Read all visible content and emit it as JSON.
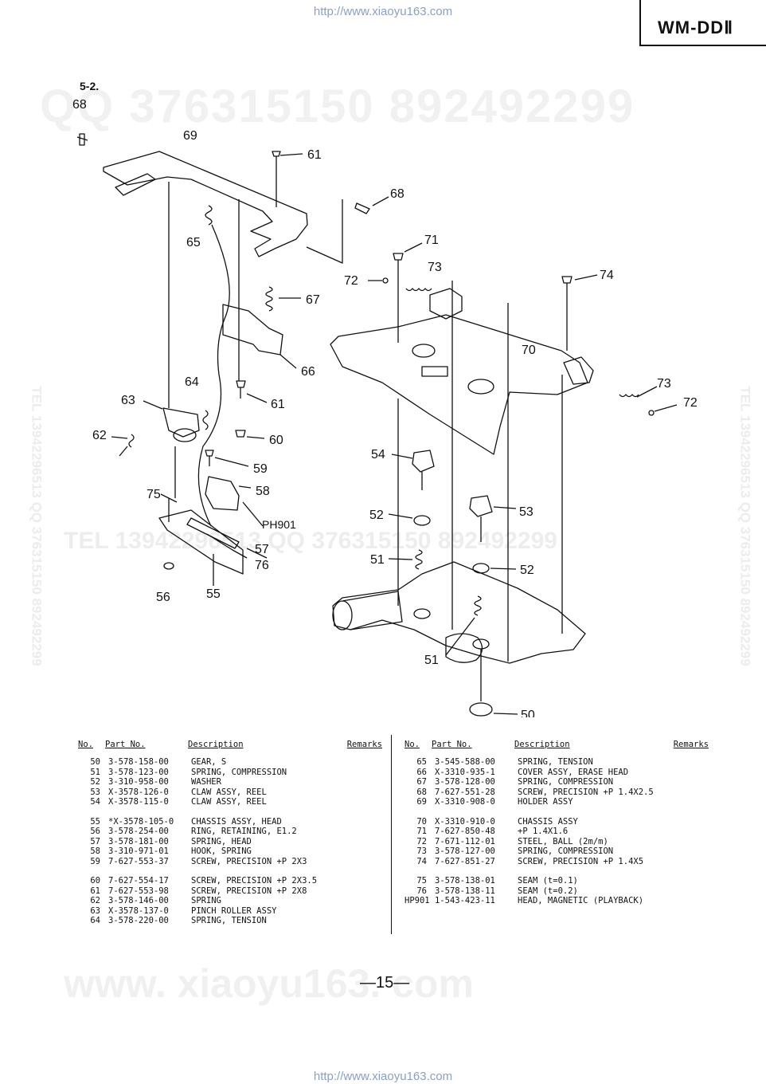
{
  "header": {
    "url_top": "http://www.xiaoyu163.com",
    "model": "WM-DDⅡ"
  },
  "section": "5-2.",
  "watermarks": {
    "qq": "QQ 376315150   892492299",
    "mid": "TEL 13942296513        QQ 376315150   892492299",
    "big": "www. xiaoyu163. com",
    "side_left": "TEL 13942296513   QQ 376315150   892492299",
    "side_right": "TEL 13942296513   QQ 376315150   892492299"
  },
  "callouts": [
    "68",
    "69",
    "61",
    "68",
    "65",
    "71",
    "73",
    "72",
    "74",
    "67",
    "70",
    "66",
    "73",
    "72",
    "64",
    "63",
    "61",
    "62",
    "60",
    "59",
    "54",
    "58",
    "75",
    "53",
    "PH901",
    "52",
    "57",
    "51",
    "76",
    "52",
    "56",
    "55",
    "51",
    "50"
  ],
  "table": {
    "headers": {
      "no": "No.",
      "part_no": "Part No.",
      "description": "Description",
      "remarks": "Remarks"
    },
    "left": [
      [
        {
          "no": "50",
          "part": "3-578-158-00",
          "desc": "GEAR, S"
        },
        {
          "no": "51",
          "part": "3-578-123-00",
          "desc": "SPRING, COMPRESSION"
        },
        {
          "no": "52",
          "part": "3-310-958-00",
          "desc": "WASHER"
        },
        {
          "no": "53",
          "part": "X-3578-126-0",
          "desc": "CLAW ASSY, REEL"
        },
        {
          "no": "54",
          "part": "X-3578-115-0",
          "desc": "CLAW ASSY, REEL"
        }
      ],
      [
        {
          "no": "55",
          "part": "*X-3578-105-0",
          "desc": "CHASSIS ASSY, HEAD"
        },
        {
          "no": "56",
          "part": "3-578-254-00",
          "desc": "RING, RETAINING, E1.2"
        },
        {
          "no": "57",
          "part": "3-578-181-00",
          "desc": "SPRING, HEAD"
        },
        {
          "no": "58",
          "part": "3-310-971-01",
          "desc": "HOOK, SPRING"
        },
        {
          "no": "59",
          "part": "7-627-553-37",
          "desc": "SCREW, PRECISION +P 2X3"
        }
      ],
      [
        {
          "no": "60",
          "part": "7-627-554-17",
          "desc": "SCREW, PRECISION +P 2X3.5"
        },
        {
          "no": "61",
          "part": "7-627-553-98",
          "desc": "SCREW, PRECISION +P 2X8"
        },
        {
          "no": "62",
          "part": "3-578-146-00",
          "desc": "SPRING"
        },
        {
          "no": "63",
          "part": "X-3578-137-0",
          "desc": "PINCH ROLLER ASSY"
        },
        {
          "no": "64",
          "part": "3-578-220-00",
          "desc": "SPRING, TENSION"
        }
      ]
    ],
    "right": [
      [
        {
          "no": "65",
          "part": "3-545-588-00",
          "desc": "SPRING, TENSION"
        },
        {
          "no": "66",
          "part": "X-3310-935-1",
          "desc": "COVER ASSY, ERASE HEAD"
        },
        {
          "no": "67",
          "part": "3-578-128-00",
          "desc": "SPRING, COMPRESSION"
        },
        {
          "no": "68",
          "part": "7-627-551-28",
          "desc": "SCREW, PRECISION +P 1.4X2.5"
        },
        {
          "no": "69",
          "part": "X-3310-908-0",
          "desc": "HOLDER ASSY"
        }
      ],
      [
        {
          "no": "70",
          "part": "X-3310-910-0",
          "desc": "CHASSIS ASSY"
        },
        {
          "no": "71",
          "part": "7-627-850-48",
          "desc": "+P 1.4X1.6"
        },
        {
          "no": "72",
          "part": "7-671-112-01",
          "desc": "STEEL, BALL (2m/m)"
        },
        {
          "no": "73",
          "part": "3-578-127-00",
          "desc": "SPRING, COMPRESSION"
        },
        {
          "no": "74",
          "part": "7-627-851-27",
          "desc": "SCREW, PRECISION +P 1.4X5"
        }
      ],
      [
        {
          "no": "75",
          "part": "3-578-138-01",
          "desc": "SEAM (t=0.1)"
        },
        {
          "no": "76",
          "part": "3-578-138-11",
          "desc": "SEAM (t=0.2)"
        },
        {
          "no": "HP901",
          "part": "1-543-423-11",
          "desc": "HEAD, MAGNETIC (PLAYBACK)"
        }
      ]
    ]
  },
  "footer": {
    "page_number": "—15—",
    "url_bottom": "http://www.xiaoyu163.com"
  }
}
